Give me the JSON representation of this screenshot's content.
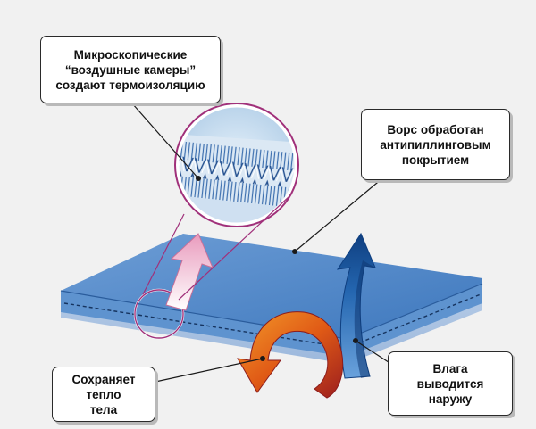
{
  "callouts": {
    "air_chambers": {
      "lines": [
        "Микроскопические",
        "“воздушные камеры”",
        "создают термоизоляцию"
      ]
    },
    "anti_pilling": {
      "lines": [
        "Ворс обработан",
        "антипиллинговым",
        "покрытием"
      ]
    },
    "keeps_warmth": {
      "lines": [
        "Сохраняет",
        "тепло",
        "тела"
      ]
    },
    "moisture_out": {
      "lines": [
        "Влага",
        "выводится",
        "наружу"
      ]
    }
  },
  "colors": {
    "background": "#f1f1f1",
    "fabric_top": "#4d86c6",
    "fabric_side": "#6fa0d6",
    "fabric_bottom": "#b6cce6",
    "fiber_zoom": "#5a8fcd",
    "zoom_ring": "#a0307a",
    "moisture_arrow": "#1d5ea8",
    "warmth_arrow": "#e06a1a",
    "airflow_arrow": "#f2b6cf",
    "leader_line": "#1a1a1a"
  },
  "icons": {
    "zoom_lens": "magnifier-circle",
    "moisture": "upward-curved-arrow",
    "warmth": "looping-arrow",
    "airflow": "upward-arrow"
  }
}
